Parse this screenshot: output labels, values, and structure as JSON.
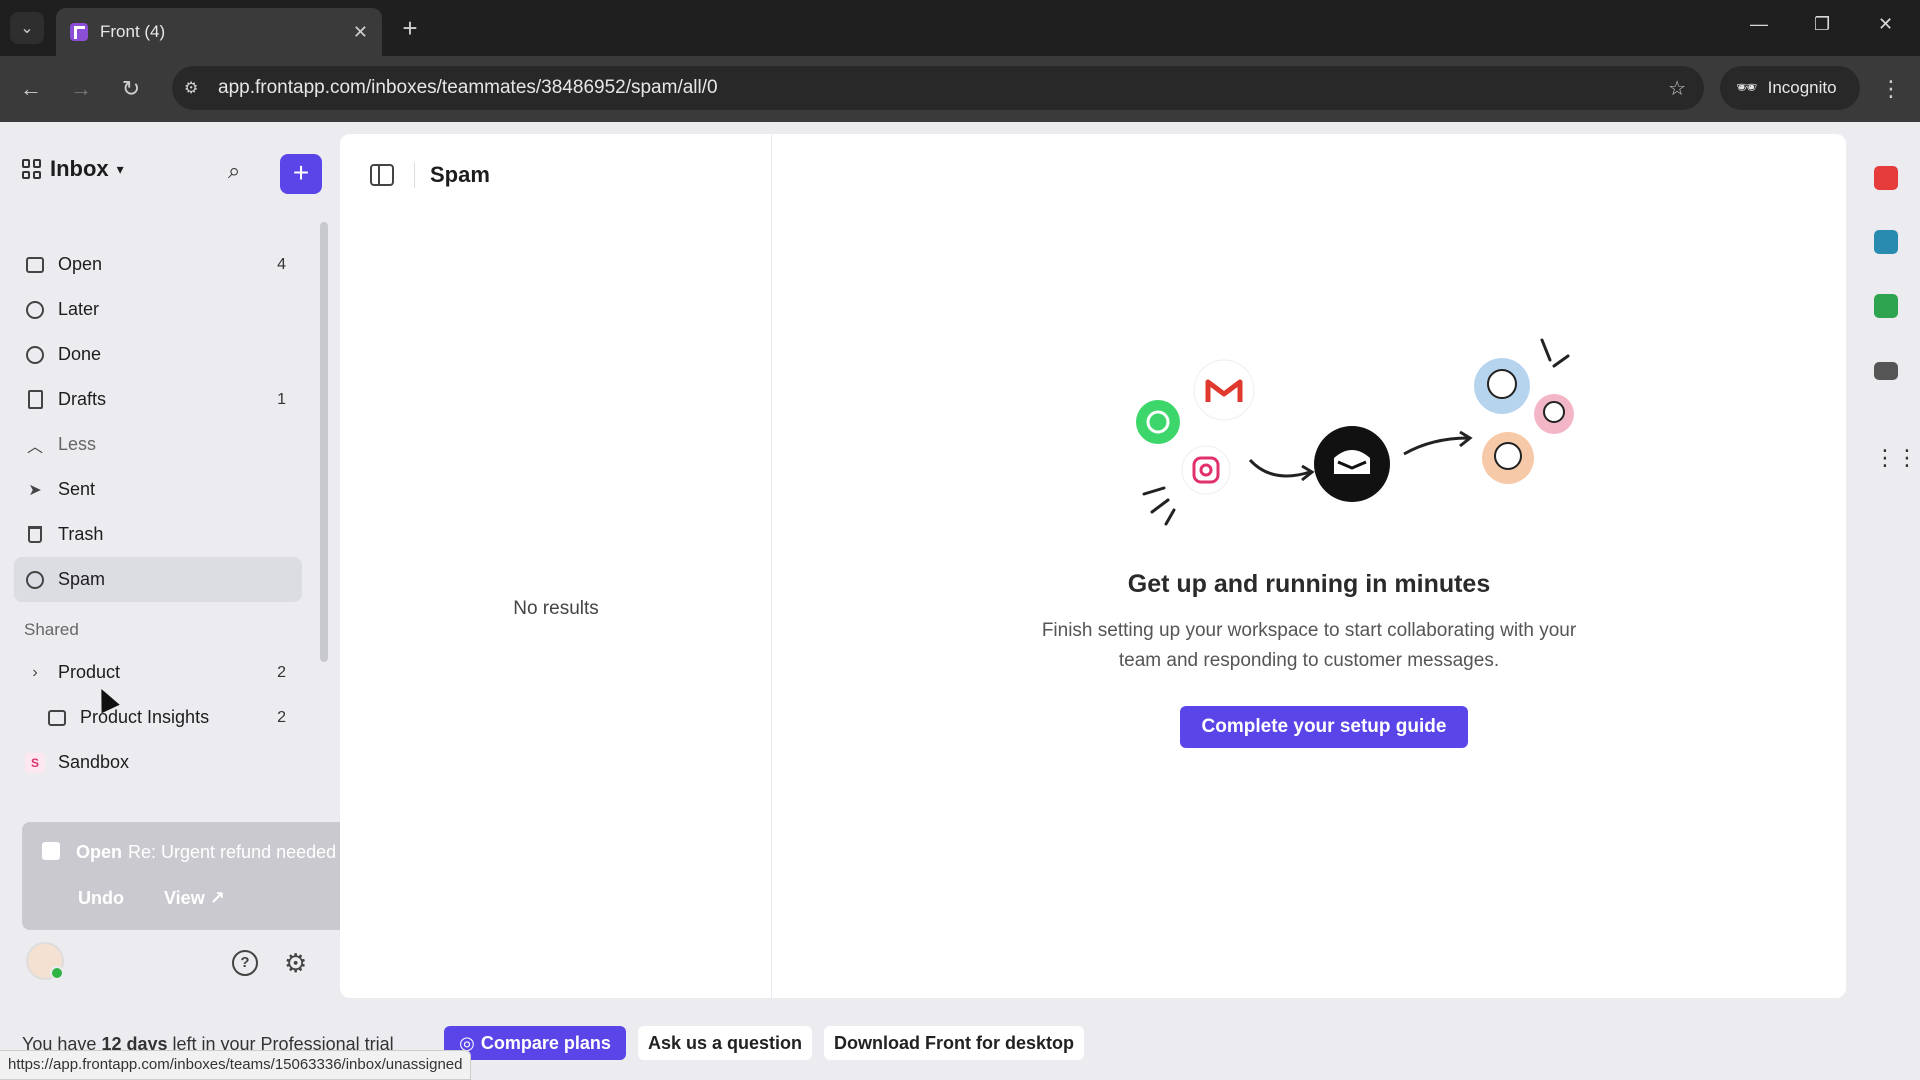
{
  "browser": {
    "tab_title": "Front (4)",
    "url": "app.frontapp.com/inboxes/teammates/38486952/spam/all/0",
    "incognito_label": "Incognito",
    "status_url": "https://app.frontapp.com/inboxes/teams/15063336/inbox/unassigned"
  },
  "sidebar": {
    "title": "Inbox",
    "items": [
      {
        "label": "Open",
        "count": "4",
        "icon": "inbox-icon"
      },
      {
        "label": "Later",
        "count": "",
        "icon": "clock-icon"
      },
      {
        "label": "Done",
        "count": "",
        "icon": "check-circle-icon"
      },
      {
        "label": "Drafts",
        "count": "1",
        "icon": "draft-icon"
      },
      {
        "label": "Less",
        "count": "",
        "icon": "chevron-up-icon"
      },
      {
        "label": "Sent",
        "count": "",
        "icon": "send-icon"
      },
      {
        "label": "Trash",
        "count": "",
        "icon": "trash-icon"
      },
      {
        "label": "Spam",
        "count": "",
        "icon": "alert-circle-icon"
      }
    ],
    "shared_label": "Shared",
    "shared_items": [
      {
        "label": "Product",
        "count": "2"
      },
      {
        "label": "Product Insights",
        "count": "2"
      },
      {
        "label": "Sandbox",
        "count": "",
        "badge": "S"
      }
    ]
  },
  "toast": {
    "status": "Open",
    "subject": "Re: Urgent refund needed",
    "undo_label": "Undo",
    "view_label": "View"
  },
  "list": {
    "title": "Spam",
    "empty_text": "No results"
  },
  "empty_state": {
    "title": "Get up and running in minutes",
    "description": "Finish setting up your workspace to start collaborating with your team and responding to customer messages.",
    "button_label": "Complete your setup guide"
  },
  "bottom_bar": {
    "trial_prefix": "You have",
    "trial_days": "12 days",
    "trial_suffix": "left in your Professional trial",
    "compare_label": "Compare plans",
    "ask_label": "Ask us a question",
    "download_label": "Download Front for desktop"
  },
  "colors": {
    "accent": "#5a45e8"
  }
}
